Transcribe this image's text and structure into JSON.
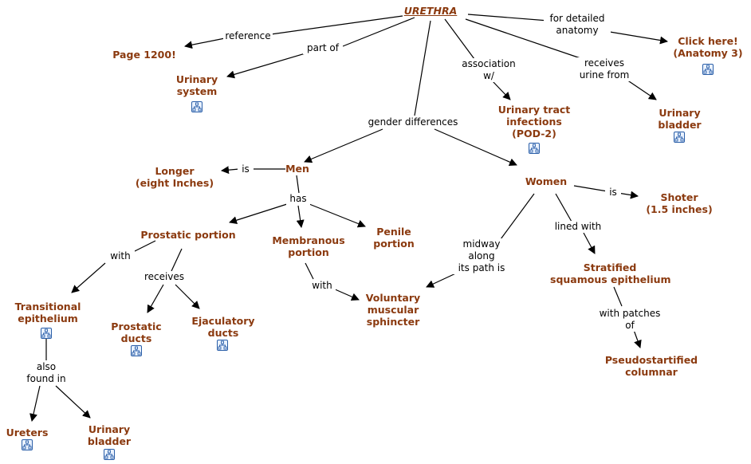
{
  "concepts": {
    "urethra": "URETHRA",
    "page1200": "Page 1200!",
    "urinary_system": [
      "Urinary",
      "system"
    ],
    "click_here": [
      "Click here!",
      "(Anatomy 3)"
    ],
    "uti": [
      "Urinary tract",
      "infections",
      "(POD-2)"
    ],
    "urinary_bladder_top": [
      "Urinary",
      "bladder"
    ],
    "men": "Men",
    "women": "Women",
    "longer": [
      "Longer",
      "(eight Inches)"
    ],
    "shorter": [
      "Shoter",
      "(1.5 inches)"
    ],
    "prostatic_portion": "Prostatic portion",
    "membranous_portion": [
      "Membranous",
      "portion"
    ],
    "penile_portion": [
      "Penile",
      "portion"
    ],
    "transitional_epithelium": [
      "Transitional",
      "epithelium"
    ],
    "prostatic_ducts": [
      "Prostatic",
      "ducts"
    ],
    "ejaculatory_ducts": [
      "Ejaculatory",
      "ducts"
    ],
    "voluntary_sphincter": [
      "Voluntary",
      "muscular",
      "sphincter"
    ],
    "stratified_squamous": [
      "Stratified",
      "squamous epithelium"
    ],
    "pseudostratified": [
      "Pseudostartified",
      "columnar"
    ],
    "ureters": "Ureters",
    "urinary_bladder_bottom": [
      "Urinary",
      "bladder"
    ]
  },
  "links": {
    "reference": "reference",
    "part_of": "part of",
    "detailed_anatomy": [
      "for detailed",
      "anatomy"
    ],
    "association": [
      "association",
      "w/"
    ],
    "receives_urine": [
      "receives",
      "urine from"
    ],
    "gender_differences": "gender differences",
    "men_is": "is",
    "women_is": "is",
    "has": "has",
    "with_prostatic": "with",
    "receives": "receives",
    "with_membranous": "with",
    "midway": [
      "midway",
      "along",
      "its path is"
    ],
    "lined_with": "lined with",
    "with_patches": [
      "with patches",
      "of"
    ],
    "also_found": [
      "also",
      "found in"
    ]
  },
  "colors": {
    "concept_text": "#8b3a0f",
    "link_text": "#000000",
    "icon": "#2b5fa8"
  },
  "icon_name": "concept-map-icon"
}
